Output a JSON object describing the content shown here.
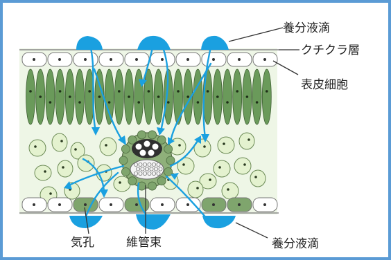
{
  "labels": {
    "top_droplet": "養分液滴",
    "cuticle": "クチクラ層",
    "epidermal_cell": "表皮細胞",
    "stoma": "気孔",
    "vascular_bundle": "維管束",
    "bottom_droplet": "養分液滴"
  },
  "colors": {
    "frame": "#5b9bd5",
    "droplet": "#1aa0e0",
    "palisade": "#6a9a5a",
    "spongy": "#e4f2cf",
    "guard_cell": "#7fa56d",
    "epidermis": "#ffffff"
  }
}
